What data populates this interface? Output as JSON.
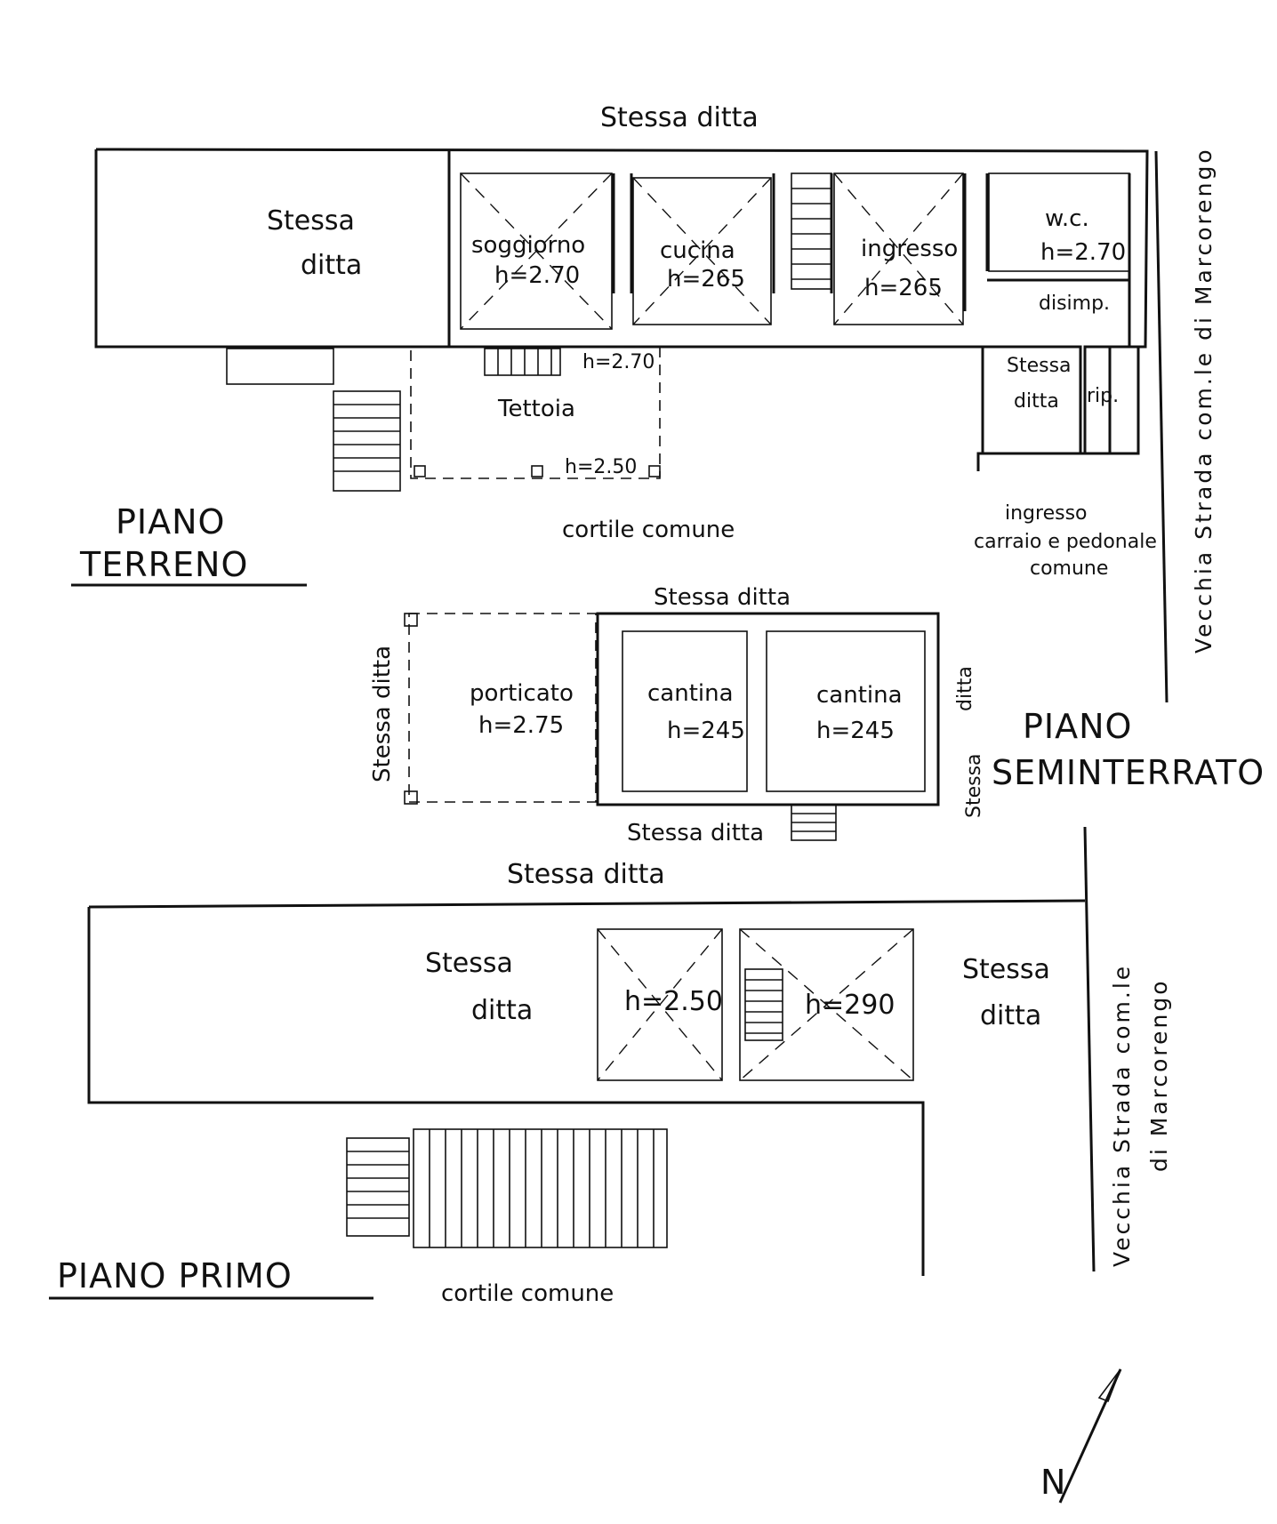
{
  "ground_floor": {
    "title_line1": "PIANO",
    "title_line2": "TERRENO",
    "top_neighbor": "Stessa ditta",
    "left_neighbor_line1": "Stessa",
    "left_neighbor_line2": "ditta",
    "rooms": {
      "soggiorno": {
        "name": "soggiorno",
        "height": "h=2.70"
      },
      "cucina": {
        "name": "cucina",
        "height": "h=265"
      },
      "ingresso": {
        "name": "ingresso",
        "height": "h=265"
      },
      "wc": {
        "name": "w.c.",
        "height": "h=2.70"
      },
      "disimp": "disimp.",
      "rip": "rip.",
      "small_neighbor_line1": "Stessa",
      "small_neighbor_line2": "ditta"
    },
    "tettoia": {
      "name": "Tettoia",
      "height_a": "h=2.70",
      "height_b": "h=2.50"
    },
    "courtyard": "cortile comune",
    "entrance_line1": "ingresso",
    "entrance_line2": "carraio e pedonale",
    "entrance_line3": "comune",
    "road": "Vecchia Strada com.le di Marcorengo"
  },
  "semi_basement": {
    "title_line1": "PIANO",
    "title_line2": "SEMINTERRATO",
    "top_neighbor": "Stessa ditta",
    "bottom_neighbor": "Stessa ditta",
    "left_neighbor": "Stessa ditta",
    "right_neighbor_a": "ditta",
    "right_neighbor_b": "Stessa",
    "porticato": {
      "name": "porticato",
      "height": "h=2.75"
    },
    "cantina_1": {
      "name": "cantina",
      "height": "h=245"
    },
    "cantina_2": {
      "name": "cantina",
      "height": "h=245"
    }
  },
  "first_floor": {
    "title": "PIANO PRIMO",
    "top_neighbor": "Stessa ditta",
    "left_neighbor_line1": "Stessa",
    "left_neighbor_line2": "ditta",
    "right_neighbor_line1": "Stessa",
    "right_neighbor_line2": "ditta",
    "room_1_height": "h=2.50",
    "room_2_height": "h=290",
    "courtyard": "cortile comune",
    "road_line1": "Vecchia Strada com.le",
    "road_line2": "di Marcorengo"
  },
  "north_arrow": {
    "label": "N"
  }
}
